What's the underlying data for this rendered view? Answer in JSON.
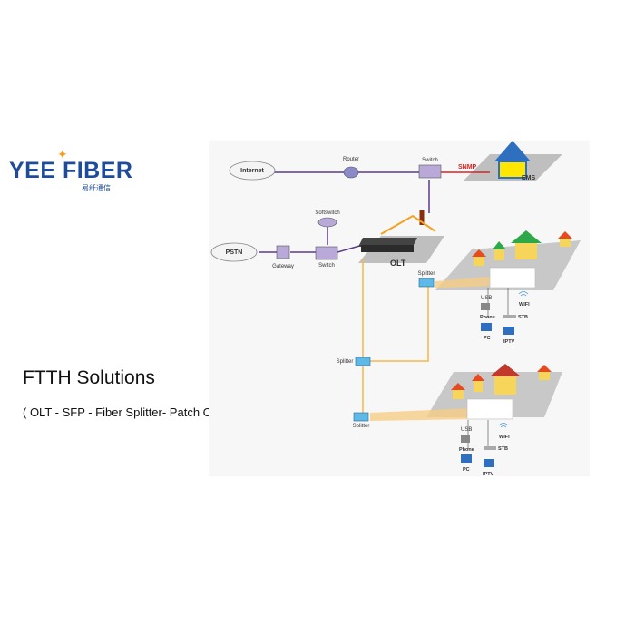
{
  "logo": {
    "text": "YEE FIBER",
    "cn": "易纤通信"
  },
  "heading": "FTTH Solutions",
  "subheading": "( OLT - SFP - Fiber Splitter- Patch Cord - ONU )",
  "nodes": {
    "internet": "Internet",
    "router": "Router",
    "switch_top": "Switch",
    "snmp": "SNMP",
    "ems": "EMS",
    "softswitch": "Softswitch",
    "pstn": "PSTN",
    "gateway": "Gateway",
    "switch_mid": "Switch",
    "olt": "OLT",
    "splitter_a": "Splitter",
    "splitter_b": "Splitter",
    "splitter_c": "Splitter"
  },
  "site_upper": {
    "usb": "USB",
    "wifi": "WIFI",
    "phone": "Phone",
    "stb": "STB",
    "pc": "PC",
    "iptv": "IPTV"
  },
  "site_lower": {
    "usb": "USB",
    "wifi": "WIFI",
    "phone": "Phone",
    "stb": "STB",
    "pc": "PC",
    "iptv": "IPTV"
  },
  "colors": {
    "logo": "#1f4c9a",
    "accent": "#f39c1f",
    "fiber": "#f6b94a",
    "link": "#5b3b8c",
    "snmp": "#e02020"
  }
}
